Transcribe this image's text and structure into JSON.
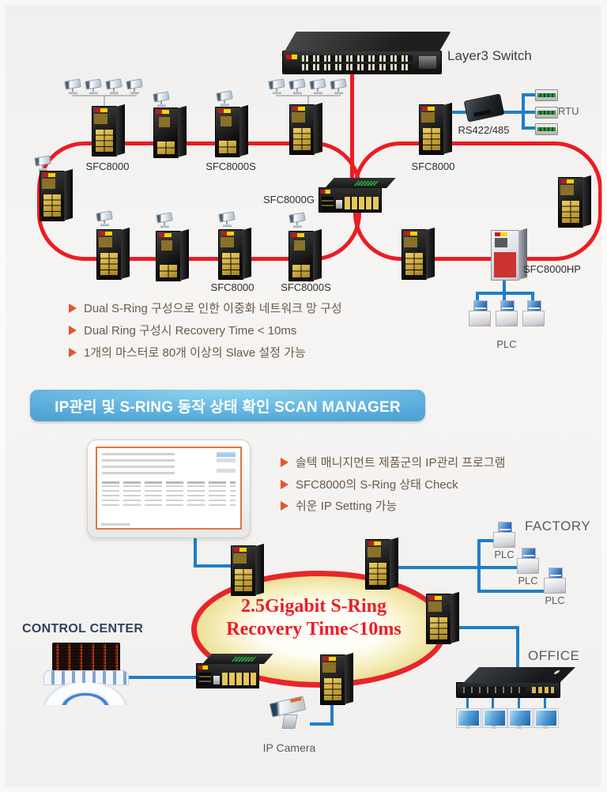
{
  "colors": {
    "ring_red": "#ec1c24",
    "line_blue": "#1e7fc8",
    "banner_blue": "#4fa3d4",
    "bullet_orange": "#e4562a",
    "bullet_text_brown": "#6b5a48",
    "ellipse_fill": "#f5eeb0",
    "ellipse_text_red": "#ed1c24"
  },
  "top": {
    "layer3": "Layer3 Switch",
    "sfc8000_top_left": "SFC8000",
    "sfc8000s_top_left": "SFC8000S",
    "sfc8000_top_right": "SFC8000",
    "sfc8000g": "SFC8000G",
    "sfc8000_bottom": "SFC8000",
    "sfc8000s_bottom": "SFC8000S",
    "sfc8000hp": "SFC8000HP",
    "rs422": "RS422/485",
    "rtu": "RTU",
    "plc": "PLC",
    "features": [
      "Dual S-Ring 구성으로 인한 이중화 네트워크 망 구성",
      "Dual Ring 구성시 Recovery Time < 10ms",
      "1개의 마스터로 80개 이상의 Slave 설정 가능"
    ]
  },
  "banner": {
    "title": "IP관리 및 S-RING 동작 상태 확인 SCAN MANAGER"
  },
  "scan": {
    "features": [
      "솔텍 매니지먼트 제품군의 IP관리 프로그램",
      "SFC8000의 S-Ring 상태 Check",
      "쉬운 IP Setting 가능"
    ]
  },
  "bottom": {
    "ring_line1": "2.5Gigabit S-Ring",
    "ring_line2": "Recovery Time<10ms",
    "control_center": "CONTROL CENTER",
    "factory": "FACTORY",
    "office": "OFFICE",
    "ip_camera": "IP Camera",
    "plc1": "PLC",
    "plc2": "PLC",
    "plc3": "PLC"
  }
}
